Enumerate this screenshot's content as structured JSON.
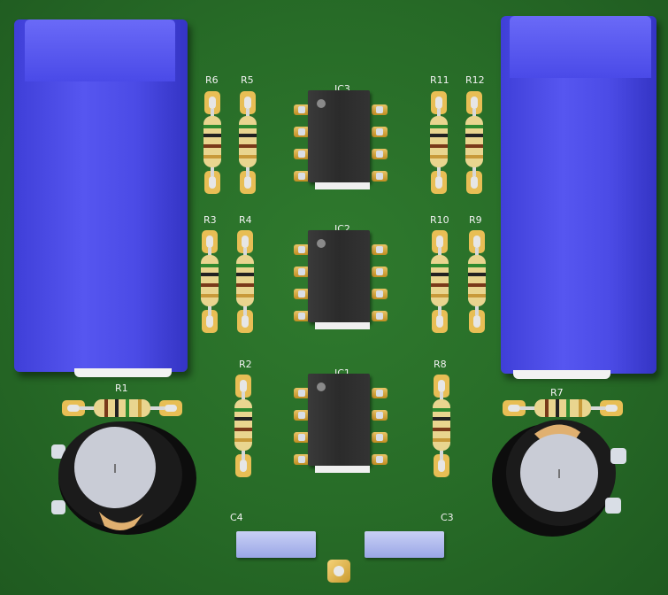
{
  "board": {
    "background": "#2a6e2a",
    "relay_color": "#4b4be6"
  },
  "labels": {
    "R6": "R6",
    "R5": "R5",
    "R11": "R11",
    "R12": "R12",
    "R3": "R3",
    "R4": "R4",
    "R10": "R10",
    "R9": "R9",
    "R2": "R2",
    "R8": "R8",
    "R1": "R1",
    "R7": "R7",
    "IC3": "IC3",
    "IC2": "IC2",
    "IC1": "IC1",
    "C4": "C4",
    "C3": "C3"
  }
}
